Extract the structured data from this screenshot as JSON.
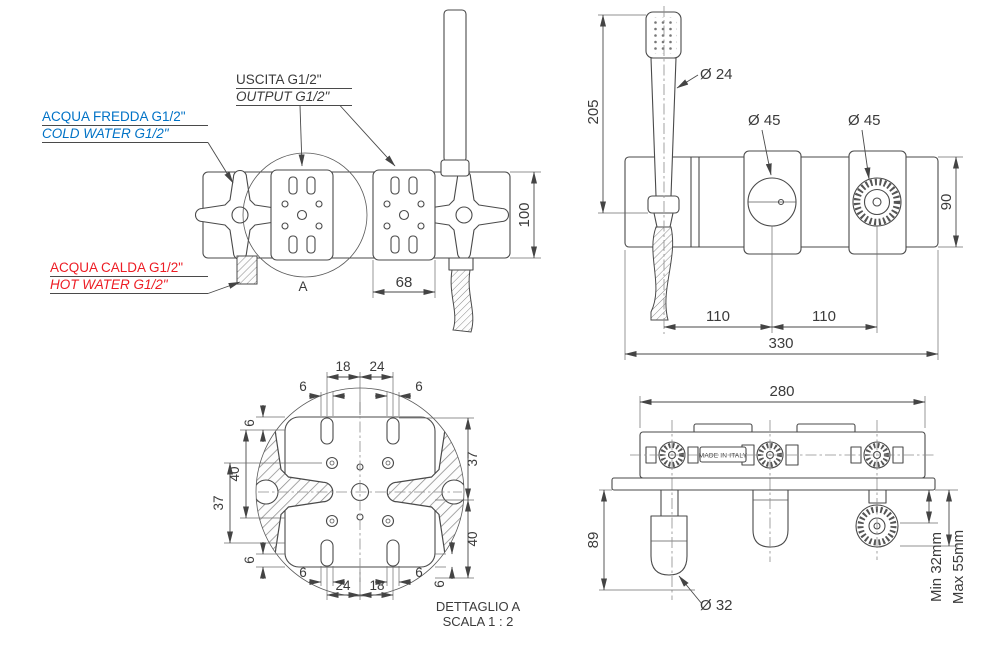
{
  "colors": {
    "cold": "#0072c6",
    "hot": "#ed1c24",
    "line": "#4a4a4a"
  },
  "labels": {
    "cold_line1": "ACQUA FREDDA G1/2\"",
    "cold_line2": "COLD WATER G1/2\"",
    "hot_line1": "ACQUA CALDA G1/2\"",
    "hot_line2": "HOT WATER G1/2\"",
    "output_line1": "USCITA G1/2\"",
    "output_line2": "OUTPUT G1/2\"",
    "detail_marker": "A",
    "detail_caption_line1": "DETTAGLIO A",
    "detail_caption_line2": "SCALA 1 : 2",
    "made_in_italy": "MADE IN ITALY"
  },
  "front_view": {
    "body_height": "100",
    "plate_width": "68"
  },
  "elevation_view": {
    "handshower_height": "205",
    "handle_diameter": "Ø 24",
    "left_knob_diameter": "Ø 45",
    "right_knob_diameter": "Ø 45",
    "body_height": "90",
    "left_spacing": "110",
    "right_spacing": "110",
    "total_width": "330"
  },
  "detail_view": {
    "top_18": "18",
    "top_24": "24",
    "top_left_6": "6",
    "top_right_6": "6",
    "left_upper_6": "6",
    "left_40": "40",
    "left_37": "37",
    "left_lower_6": "6",
    "right_37": "37",
    "right_40": "40",
    "lower_right_6": "6",
    "bottom_left_6": "6",
    "bottom_right_6": "6",
    "bottom_24": "24",
    "bottom_18": "18"
  },
  "plan_view": {
    "total_width": "280",
    "depth": "89",
    "holder_diameter": "Ø 32",
    "min_depth": "Min 32mm",
    "max_depth": "Max 55mm"
  }
}
